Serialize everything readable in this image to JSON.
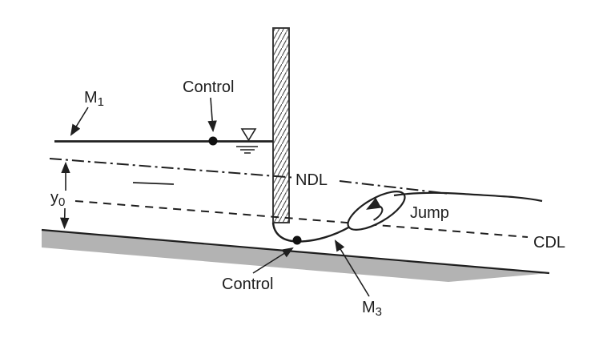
{
  "diagram": {
    "labels": {
      "m1": {
        "main": "M",
        "sub": "1"
      },
      "control_upstream": "Control",
      "ndl": "NDL",
      "jump": "Jump",
      "cdl": "CDL",
      "control_downstream": "Control",
      "m3": {
        "main": "M",
        "sub": "3"
      },
      "y0": {
        "main": "y",
        "sub": "0"
      }
    },
    "colors": {
      "ink": "#1f1f1f",
      "bed_fill": "#b3b3b3",
      "background": "#ffffff"
    }
  }
}
